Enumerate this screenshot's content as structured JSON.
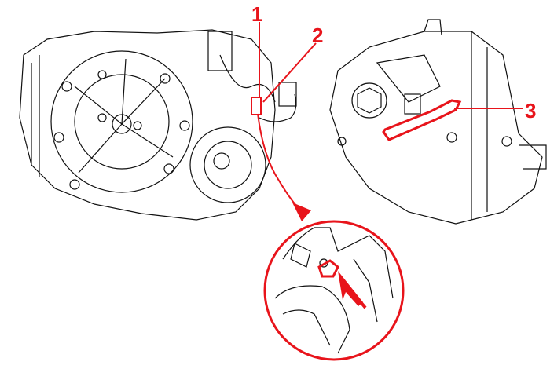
{
  "callouts": [
    {
      "label": "1"
    },
    {
      "label": "2"
    },
    {
      "label": "3"
    }
  ],
  "colors": {
    "highlight": "#e8141b",
    "line": "#111111"
  },
  "icons": [
    "transmission-front-view",
    "transmission-rear-view",
    "detail-magnifier-circle",
    "pointer-arrow"
  ]
}
